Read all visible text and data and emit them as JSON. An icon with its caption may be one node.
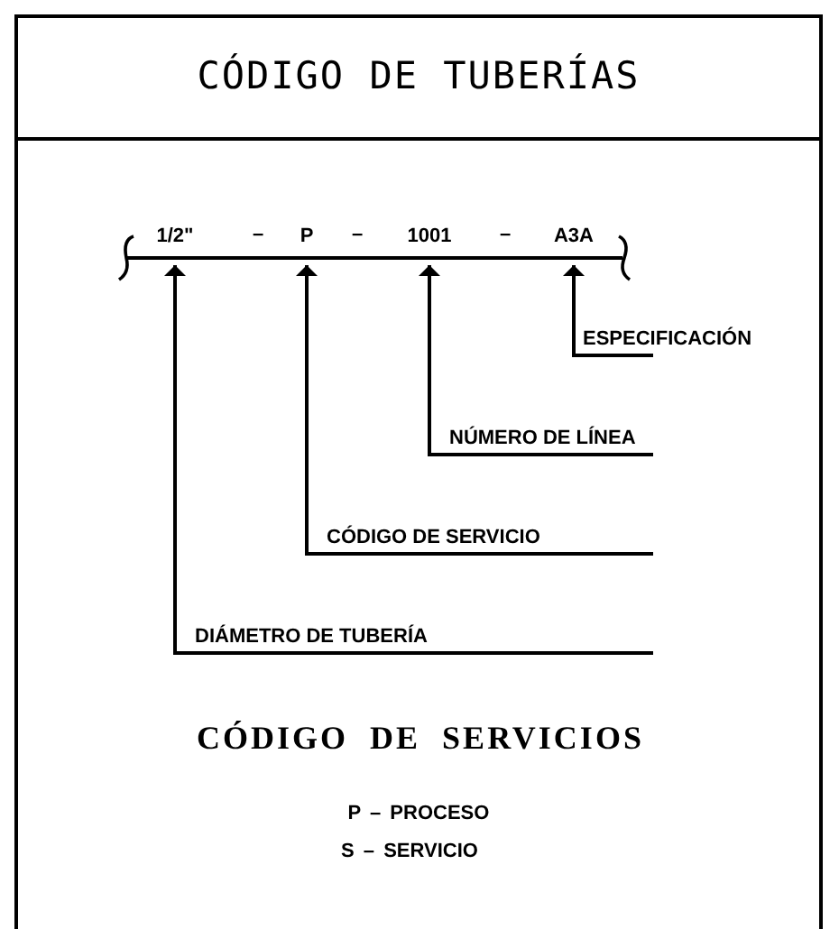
{
  "diagram": {
    "title": "CÓDIGO DE TUBERÍAS",
    "nodes": [
      {
        "text": [
          "1/2\""
        ]
      },
      {
        "text": [
          "P"
        ]
      },
      {
        "text": [
          "1001"
        ]
      },
      {
        "text": [
          "A3A"
        ]
      },
      {
        "text": [
          "ESPECIFICACIÓN"
        ]
      },
      {
        "text": [
          "NÚMERO DE LÍNEA"
        ]
      },
      {
        "text": [
          "CÓDIGO DE SERVICIO"
        ]
      },
      {
        "text": [
          "DIÁMETRO DE TUBERÍA"
        ]
      }
    ],
    "edges": [
      {
        "from": 4,
        "to": 3,
        "arrow": "to"
      },
      {
        "from": 5,
        "to": 2,
        "arrow": "to"
      },
      {
        "from": 6,
        "to": 1,
        "arrow": "to"
      },
      {
        "from": 7,
        "to": 0,
        "arrow": "to"
      }
    ],
    "labels": [
      "–",
      "–",
      "–",
      "CÓDIGO DE SERVICIOS",
      "P – PROCESO",
      "S – SERVICIO"
    ]
  }
}
